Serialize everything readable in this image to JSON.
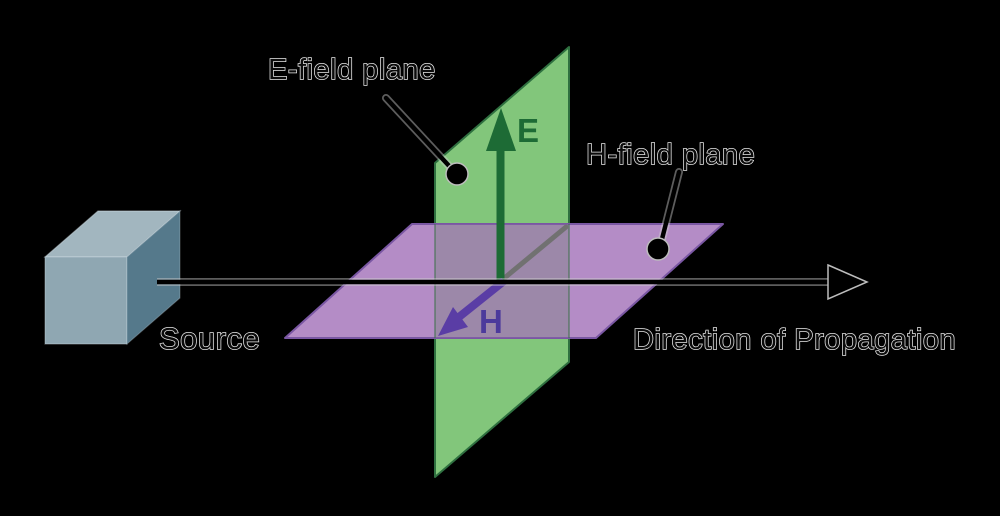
{
  "labels": {
    "e_field_plane": "E-field plane",
    "h_field_plane": "H-field plane",
    "source": "Source",
    "direction_of_propagation": "Direction of Propagation",
    "e_vector": "E",
    "h_vector": "H"
  },
  "colors": {
    "background": "#000000",
    "green_plane_fill": "#82c67b",
    "green_plane_stroke": "#2f7040",
    "purple_plane_fill": "#b48cc6",
    "purple_plane_stroke": "#7a57a3",
    "overlap_fill": "#9c88a9",
    "overlap_green_edge": "#3a6f48",
    "e_arrow": "#1d6b35",
    "e_letter": "#1d6b35",
    "h_arrow": "#5a3da5",
    "h_letter": "#4c3a9c",
    "rear_h_axis_gray": "#717171",
    "cube_top_face": "#a2b6bf",
    "cube_front_face": "#8fa7b2",
    "cube_right_face": "#55798b",
    "black_line": "#000000",
    "line_halo": "#cfcfcf",
    "dot_fill": "#000000",
    "dot_halo": "#bdbdbd"
  }
}
